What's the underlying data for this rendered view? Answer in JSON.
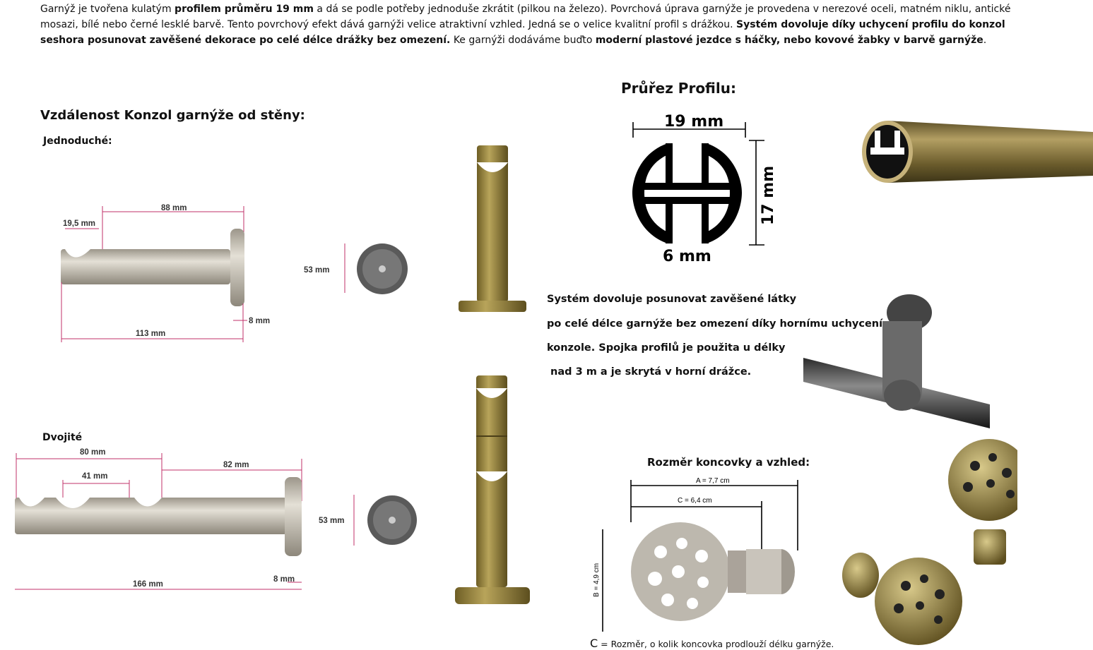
{
  "intro": {
    "p1": "Garnýž je tvořena kulatým ",
    "p1b": "profilem průměru 19 mm",
    "p2": " a dá se podle potřeby jednoduše zkrátit (pilkou na železo). Povrchová úprava garnýže je provedena v nerezové oceli, matném niklu, antické mosazi, bílé nebo černé lesklé barvě. Tento povrchový efekt dává garnýži velice atraktivní vzhled. Jedná se o velice kvalitní profil s drážkou. ",
    "p2b": "Systém dovoluje díky uchycení profilu do konzol seshora posunovat zavěšené dekorace po celé délce drážky bez omezení.",
    "p3": " Ke garnýži dodáváme buďto ",
    "p3b": "moderní plastové jezdce s háčky, nebo kovové žabky v barvě garnýže",
    "p4": "."
  },
  "section_title": "Vzdálenost Konzol garnýže od stěny:",
  "single": {
    "label": "Jednoduché:",
    "dim_total": "113 mm",
    "dim_slot": "88 mm",
    "dim_front": "19,5 mm",
    "dim_plate": "8 mm",
    "dim_diameter": "53 mm"
  },
  "double": {
    "label": "Dvojité",
    "dim_a": "80 mm",
    "dim_b": "41 mm",
    "dim_c": "82 mm",
    "dim_total": "166 mm",
    "dim_plate": "8 mm",
    "dim_diameter": "53 mm"
  },
  "profile": {
    "title": "Průřez Profilu:",
    "width": "19 mm",
    "height": "17 mm",
    "gap": "6 mm"
  },
  "system_text": {
    "l1": "Systém dovoluje posunovat zavěšené látky",
    "l2": "po celé délce garnýže bez omezení díky hornímu uchycení",
    "l3": "konzole. Spojka profilů je použita u délky",
    "l4": " nad 3 m a je skrytá v horní drážce."
  },
  "finial": {
    "title": "Rozměr koncovky a vzhled:",
    "a": "A = 7,7 cm",
    "c": "C = 6,4 cm",
    "b": "B = 4,9 cm",
    "note_c": "C",
    "note_text": " = Rozměr, o kolik koncovka prodlouží délku garnýže."
  },
  "colors": {
    "brass": "#8a7a3a",
    "nickel": "#b8b2a4",
    "dimension": "#c0306a"
  }
}
